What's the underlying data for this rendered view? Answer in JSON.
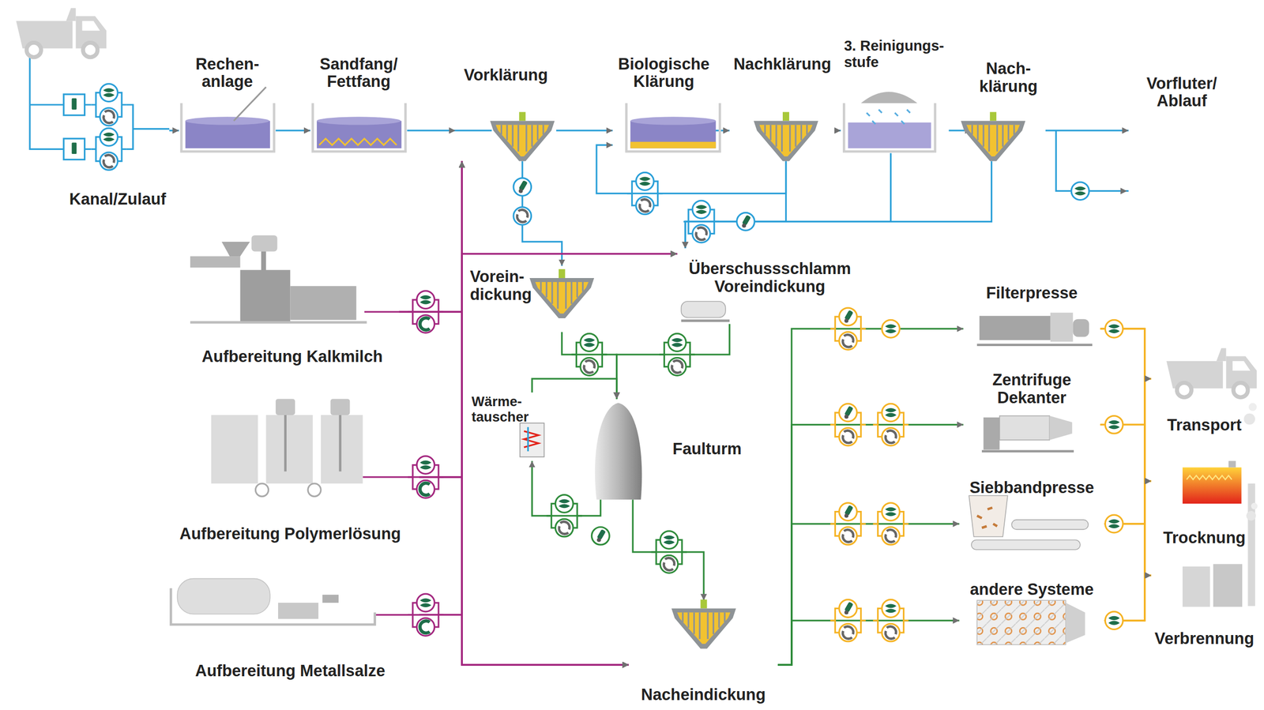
{
  "diagram": {
    "nodes": [
      {
        "text": [
          "Kanal/Zulauf"
        ]
      },
      {
        "text": [
          "Rechen- anlage"
        ]
      },
      {
        "text": [
          "Sandfang/ Fettfang"
        ]
      },
      {
        "text": [
          "Vorklärung"
        ]
      },
      {
        "text": [
          "Biologische Klärung"
        ]
      },
      {
        "text": [
          "Nachklärung"
        ]
      },
      {
        "text": [
          "3. Reinigungs- stufe"
        ]
      },
      {
        "text": [
          "Nach- klärung"
        ]
      },
      {
        "text": [
          "Vorfluter/ Ablauf"
        ]
      },
      {
        "text": [
          "Aufbereitung Kalkmilch"
        ]
      },
      {
        "text": [
          "Aufbereitung Polymerlösung"
        ]
      },
      {
        "text": [
          "Aufbereitung Metallsalze"
        ]
      },
      {
        "text": [
          "Vorein- dickung"
        ]
      },
      {
        "text": [
          "Überschussschlamm Voreindickung"
        ]
      },
      {
        "text": [
          "Wärme- tauscher"
        ]
      },
      {
        "text": [
          "Faulturm"
        ]
      },
      {
        "text": [
          "Nacheindickung"
        ]
      },
      {
        "text": [
          "Filterpresse"
        ]
      },
      {
        "text": [
          "Zentrifuge Dekanter"
        ]
      },
      {
        "text": [
          "Siebbandpresse"
        ]
      },
      {
        "text": [
          "andere Systeme"
        ]
      },
      {
        "text": [
          "Transport"
        ]
      },
      {
        "text": [
          "Trocknung"
        ]
      },
      {
        "text": [
          "Verbrennung"
        ]
      }
    ],
    "edges": [
      {
        "from": 0,
        "to": 1,
        "arrow": "to"
      },
      {
        "from": 1,
        "to": 2,
        "arrow": "to"
      },
      {
        "from": 2,
        "to": 3,
        "arrow": "to"
      },
      {
        "from": 3,
        "to": 4,
        "arrow": "to"
      },
      {
        "from": 4,
        "to": 5,
        "arrow": "to"
      },
      {
        "from": 5,
        "to": 6,
        "arrow": "to"
      },
      {
        "from": 6,
        "to": 7,
        "arrow": "to"
      },
      {
        "from": 7,
        "to": 8,
        "arrow": "to"
      },
      {
        "from": 5,
        "to": 4,
        "arrow": "to"
      },
      {
        "from": 5,
        "to": 13,
        "arrow": "to"
      },
      {
        "from": 6,
        "to": 13,
        "arrow": "to"
      },
      {
        "from": 7,
        "to": 13,
        "arrow": "to"
      },
      {
        "from": 3,
        "to": 12,
        "arrow": "to"
      },
      {
        "from": 12,
        "to": 15,
        "arrow": "to"
      },
      {
        "from": 13,
        "to": 15,
        "arrow": "to"
      },
      {
        "from": 15,
        "to": 14,
        "arrow": "to"
      },
      {
        "from": 14,
        "to": 15,
        "arrow": "to"
      },
      {
        "from": 15,
        "to": 16,
        "arrow": "to"
      },
      {
        "from": 16,
        "to": 17,
        "arrow": "to"
      },
      {
        "from": 16,
        "to": 18,
        "arrow": "to"
      },
      {
        "from": 16,
        "to": 19,
        "arrow": "to"
      },
      {
        "from": 16,
        "to": 20,
        "arrow": "to"
      },
      {
        "from": 17,
        "to": 21,
        "arrow": "to"
      },
      {
        "from": 17,
        "to": 22,
        "arrow": "to"
      },
      {
        "from": 17,
        "to": 23,
        "arrow": "to"
      },
      {
        "from": 18,
        "to": 21,
        "arrow": "to"
      },
      {
        "from": 18,
        "to": 22,
        "arrow": "to"
      },
      {
        "from": 18,
        "to": 23,
        "arrow": "to"
      },
      {
        "from": 19,
        "to": 21,
        "arrow": "to"
      },
      {
        "from": 19,
        "to": 22,
        "arrow": "to"
      },
      {
        "from": 19,
        "to": 23,
        "arrow": "to"
      },
      {
        "from": 20,
        "to": 21,
        "arrow": "to"
      },
      {
        "from": 20,
        "to": 22,
        "arrow": "to"
      },
      {
        "from": 20,
        "to": 23,
        "arrow": "to"
      },
      {
        "from": 9,
        "to": 3,
        "arrow": "to"
      },
      {
        "from": 9,
        "to": 13,
        "arrow": "to"
      },
      {
        "from": 9,
        "to": 16,
        "arrow": "to"
      },
      {
        "from": 10,
        "to": 3,
        "arrow": "to"
      },
      {
        "from": 10,
        "to": 13,
        "arrow": "to"
      },
      {
        "from": 10,
        "to": 16,
        "arrow": "to"
      },
      {
        "from": 11,
        "to": 3,
        "arrow": "to"
      },
      {
        "from": 11,
        "to": 13,
        "arrow": "to"
      },
      {
        "from": 11,
        "to": 16,
        "arrow": "to"
      }
    ]
  }
}
